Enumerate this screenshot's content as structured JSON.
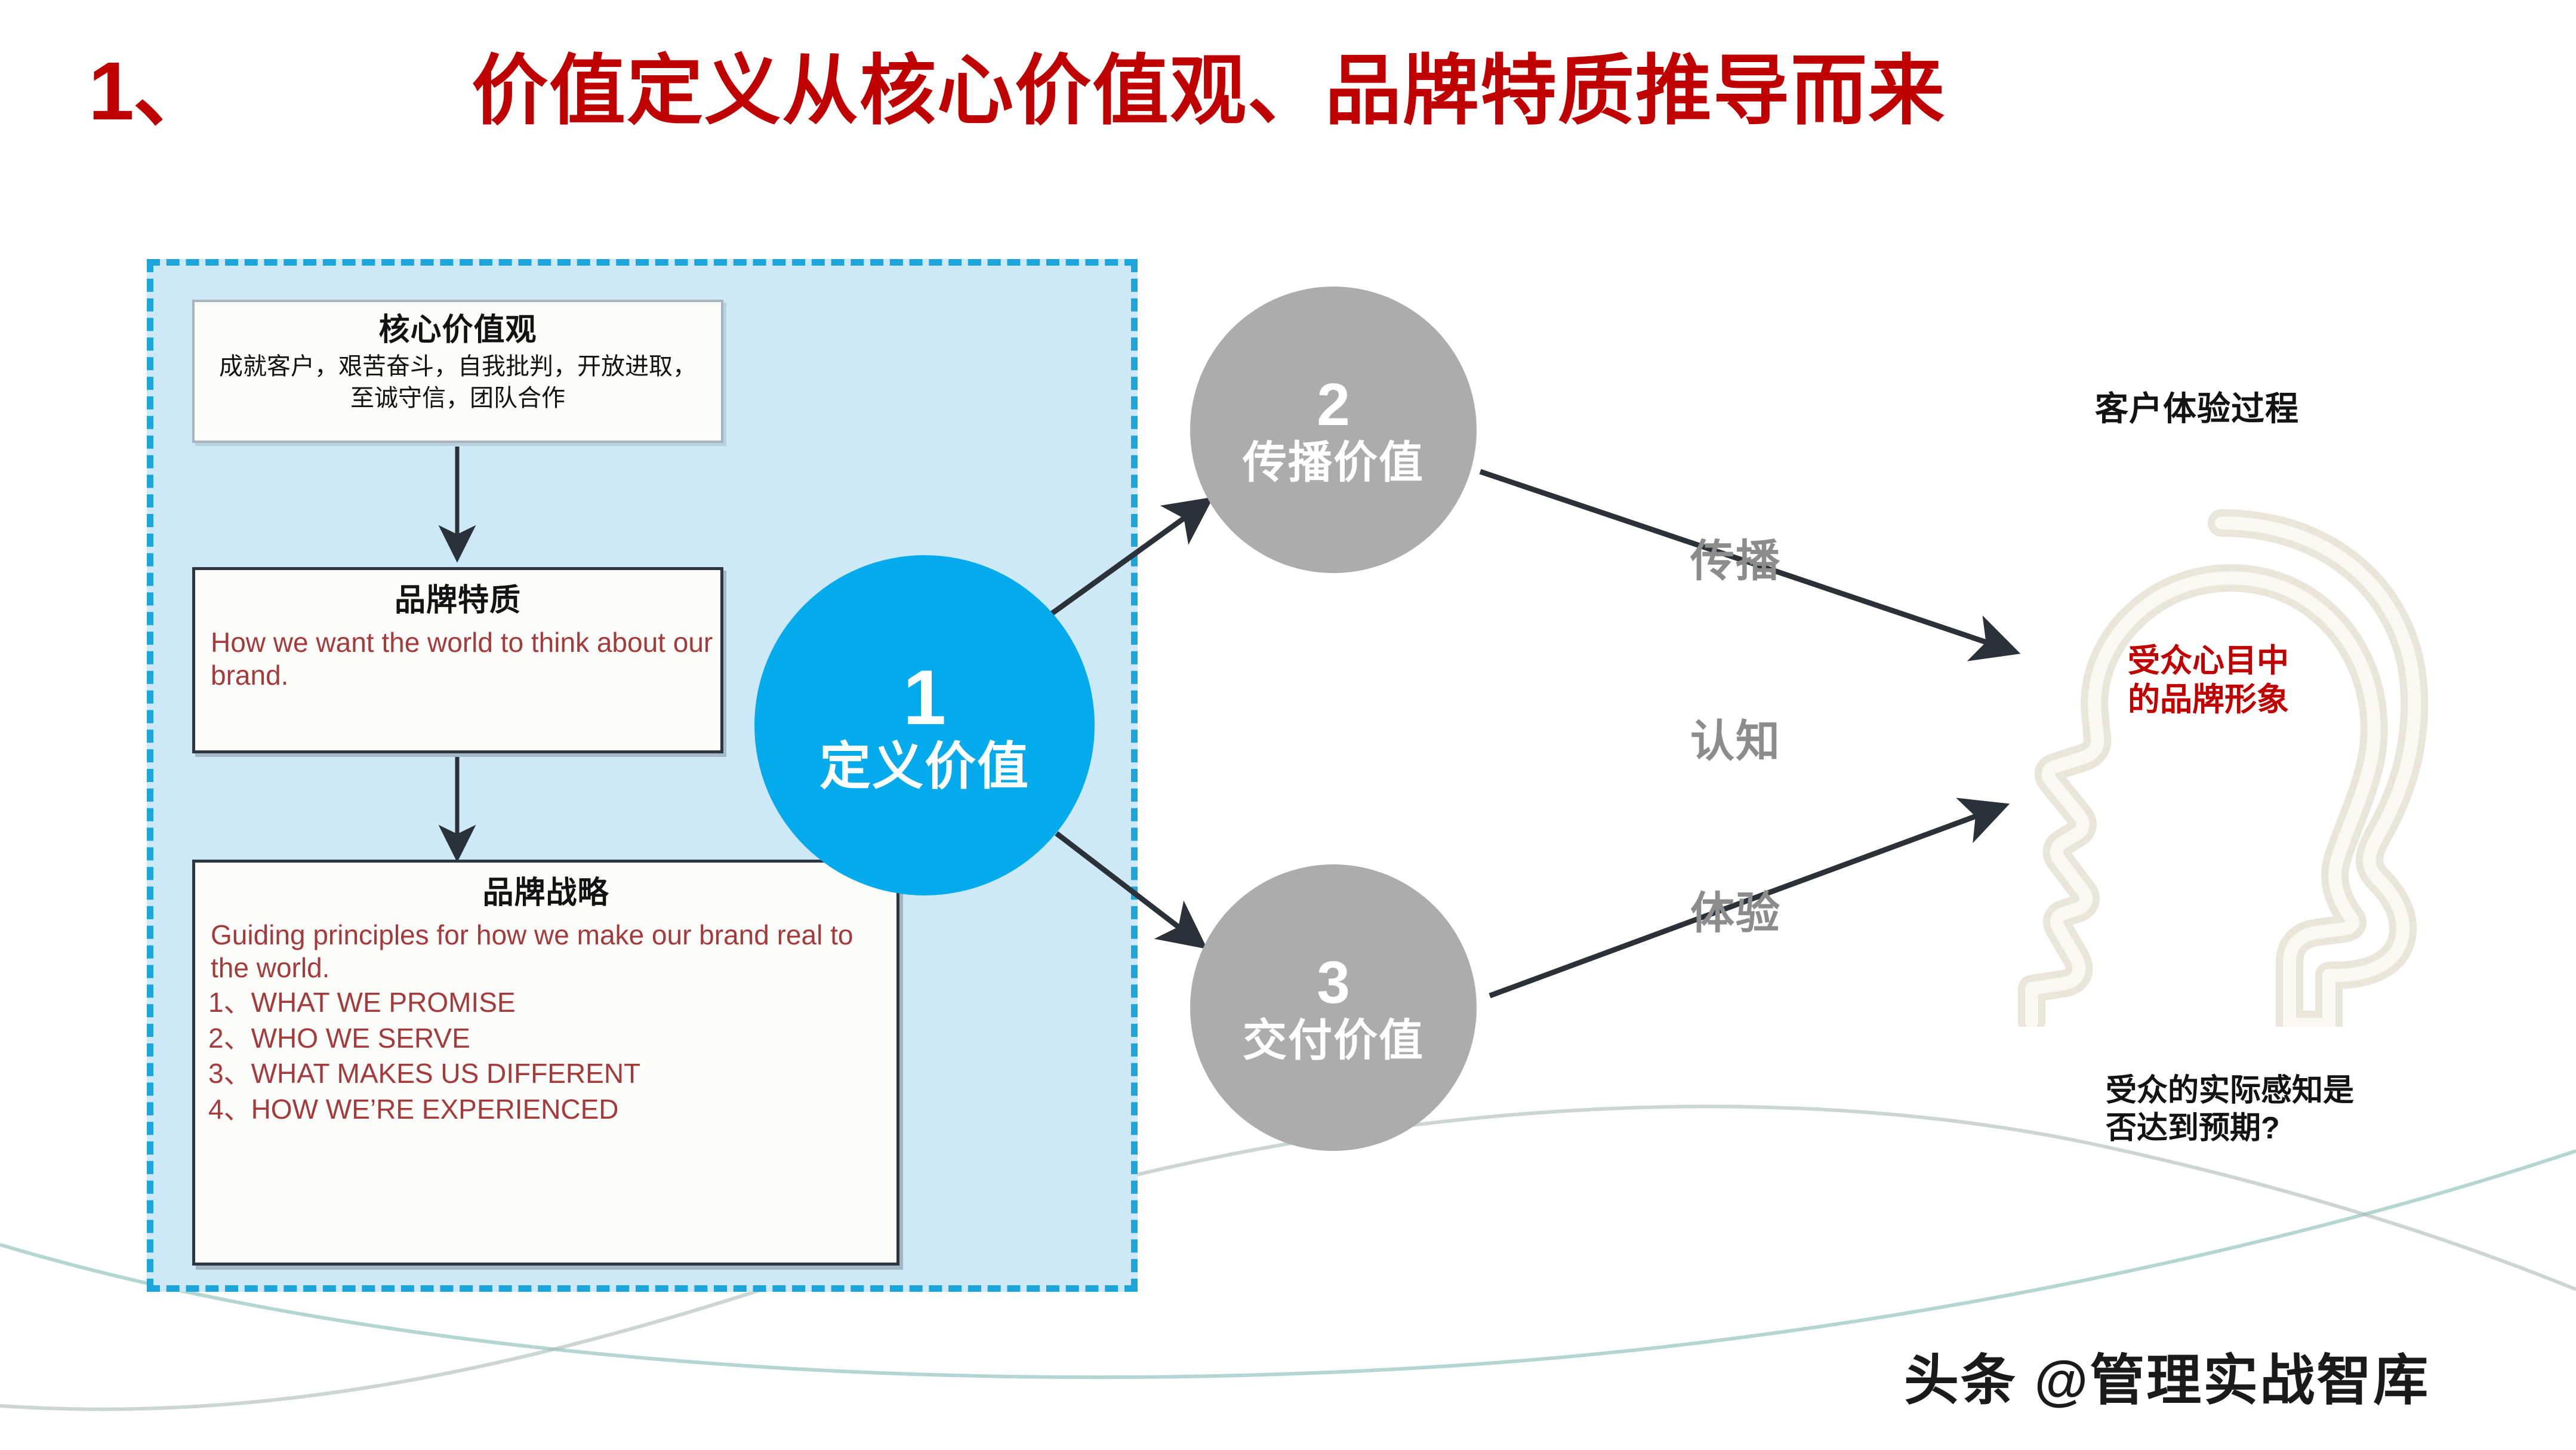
{
  "slide": {
    "title": {
      "index": "1、",
      "main": "价值定义从核心价值观、品牌特质推导而来"
    },
    "watermark": "头条 @管理实战智库",
    "colors": {
      "title_red": "#C00000",
      "accent_blue": "#04ABEC",
      "panel_blue": "#CDE9F8",
      "dashed_border": "#1BA5DB",
      "gray_circle": "#ACACAC",
      "flow_label_gray": "#8C8C8C",
      "body_red": "#A53A3A",
      "head_cream": "#EFEBE2"
    }
  },
  "panel": {
    "cards": [
      {
        "id": "core-values",
        "title": "核心价值观",
        "subtitle_cn": "成就客户，艰苦奋斗，自我批判，开放进取，至诚守信，团队合作"
      },
      {
        "id": "brand-traits",
        "title": "品牌特质",
        "body_en": "How we want the world to think about our brand."
      },
      {
        "id": "brand-strategy",
        "title": "品牌战略",
        "body_en": "Guiding principles for how we make our brand real to the world.",
        "list": [
          "1、WHAT WE PROMISE",
          "2、WHO WE SERVE",
          "3、WHAT MAKES US DIFFERENT",
          "4、HOW WE’RE EXPERIENCED"
        ]
      }
    ]
  },
  "circles": [
    {
      "id": "define-value",
      "number": "1",
      "label": "定义价值"
    },
    {
      "id": "spread-value",
      "number": "2",
      "label": "传播价值"
    },
    {
      "id": "deliver-value",
      "number": "3",
      "label": "交付价值"
    }
  ],
  "flow_labels": {
    "spread": "传播",
    "cognition": "认知",
    "experience": "体验"
  },
  "right": {
    "process_title": "客户体验过程",
    "head_text_line1": "受众心目中",
    "head_text_line2": "的品牌形象",
    "perception_line1": "受众的实际感知是",
    "perception_line2": "否达到预期?"
  }
}
